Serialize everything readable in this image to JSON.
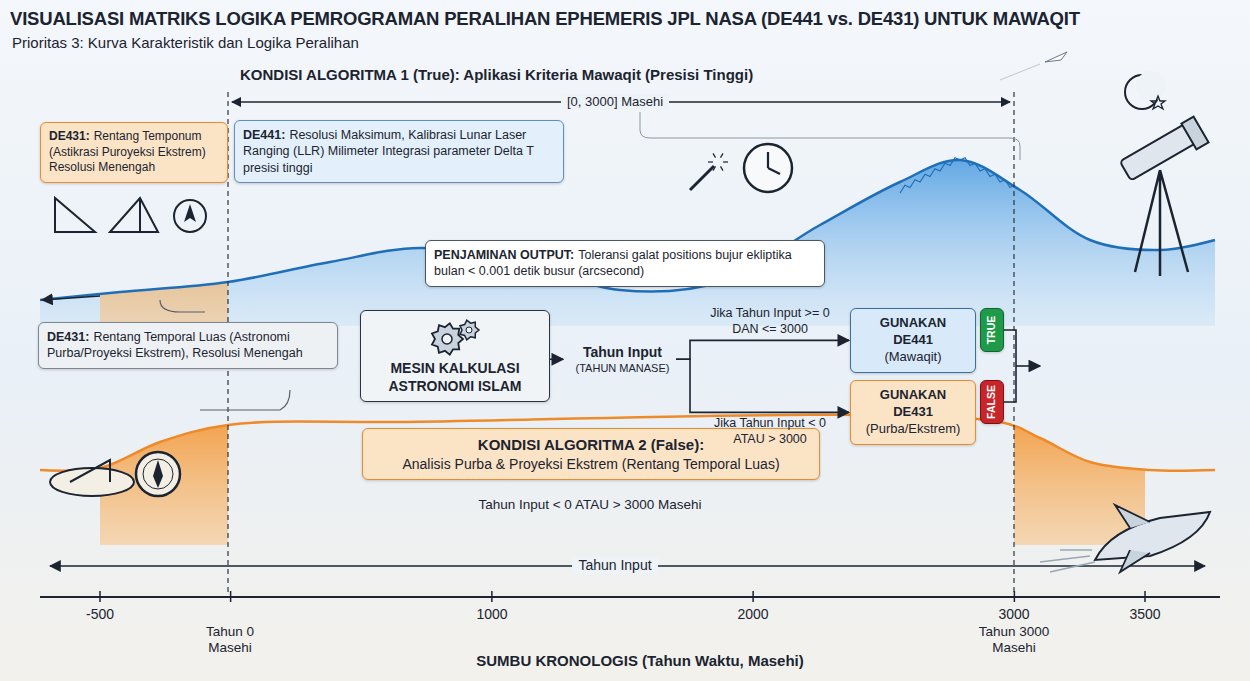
{
  "diagram": {
    "title": "VISUALISASI MATRIKS LOGIKA PEMROGRAMAN PERALIHAN EPHEMERIS JPL NASA (DE441 vs. DE431) UNTUK MAWAQIT",
    "nodes": [
      {
        "text": [
          "DE431:",
          "Rentang Temponum (Astikrasi Puroyeksi Ekstrem) Resolusi Menengah"
        ]
      },
      {
        "text": [
          "DE441:",
          "Resolusi Maksimum, Kalibrasi Lunar Laser Ranging (LLR) Milimeter Integrasi parameter Delta T presisi tinggi"
        ]
      },
      {
        "text": [
          "PENJAMINAN OUTPUT:",
          "Toleransi galat positions bujur ekliptika bulan < 0.001 detik busur (arcsecond)"
        ]
      },
      {
        "text": [
          "DE431:",
          "Rentang Temporal Luas (Astronomi Purba/Proyeksi Ekstrem), Resolusi Menengah"
        ]
      },
      {
        "text": [
          "MESIN KALKULASI ASTRONOMI ISLAM"
        ]
      },
      {
        "text": [
          "Tahun Input",
          "(TAHUN MANASE)"
        ]
      },
      {
        "text": [
          "GUNAKAN DE441",
          "(Mawaqit)"
        ]
      },
      {
        "text": [
          "TRUE"
        ]
      },
      {
        "text": [
          "GUNAKAN DE431",
          "(Purba/Ekstrem)"
        ]
      },
      {
        "text": [
          "FALSE"
        ]
      },
      {
        "text": [
          "KONDISI ALGORITMA 2 (False):",
          "Analisis Purba & Proyeksi Ekstrem (Rentang Temporal Luas)"
        ]
      }
    ],
    "edges": [
      {
        "from": 4,
        "to": 5,
        "arrow": "to"
      },
      {
        "from": 5,
        "to": 6,
        "arrow": "to",
        "label": "Jika Tahun Input >= 0 DAN <= 3000"
      },
      {
        "from": 5,
        "to": 8,
        "arrow": "to",
        "label": "Jika Tahun Input < 0 ATAU > 3000"
      }
    ],
    "labels": [
      "Prioritas 3: Kurva Karakteristik dan Logika Peralihan",
      "KONDISI ALGORITMA 1 (True): Aplikasi Kriteria Mawaqit (Presisi Tinggi)",
      "[0, 3000] Masehi",
      "Tahun Input < 0 ATAU > 3000 Masehi",
      "Tahun Input",
      "-500",
      "Tahun 0 Masehi",
      "1000",
      "2000",
      "3000",
      "Tahun 3000 Masehi",
      "3500",
      "SUMBU KRONOLOGIS (Tahun Waktu, Masehi)"
    ]
  }
}
